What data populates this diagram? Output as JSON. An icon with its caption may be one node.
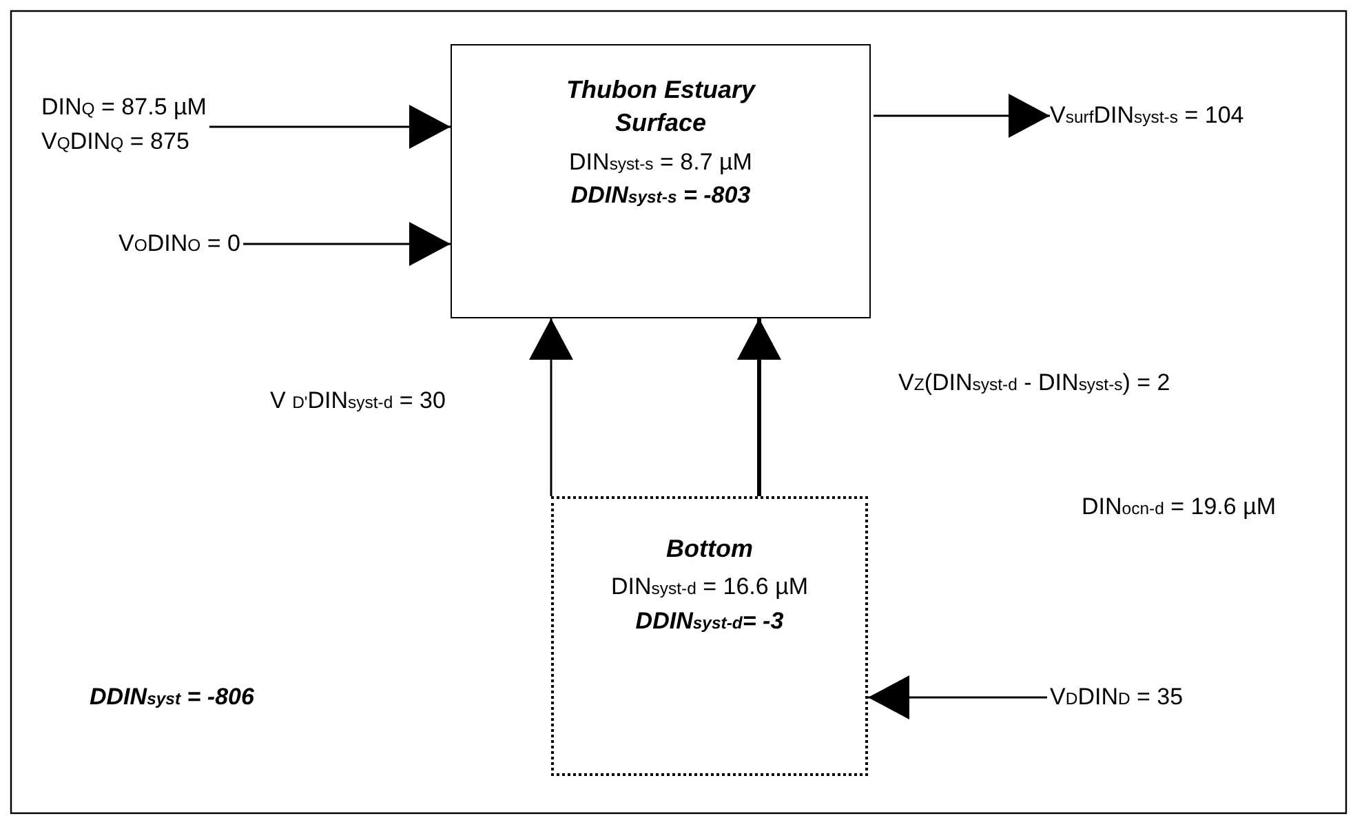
{
  "diagram": {
    "nodes": [
      {
        "text": [
          "Thubon Estuary Surface",
          "DIN$_{syst-s}$ = 8.7 µM",
          "DDIN$_{syst-s}$ = -803"
        ]
      },
      {
        "text": [
          "Bottom",
          "DIN$_{syst-d}$ = 16.6 µM",
          "DDIN$_{syst-d}$= -3"
        ]
      },
      {
        "text": [
          "DIN$_{Q}$ = 87.5 µM",
          "V$_{Q}$DIN$_{Q}$ = 875"
        ]
      },
      {
        "text": [
          "V$_{O}$DIN$_{O}$ = 0"
        ]
      },
      {
        "text": [
          "V$_{surf}$DIN$_{syst-s}$ = 104"
        ]
      },
      {
        "text": [
          "V$_{D}$DIN$_{D}$ = 35"
        ]
      }
    ],
    "edges": [
      {
        "from": 2,
        "to": 0,
        "arrow": "to"
      },
      {
        "from": 3,
        "to": 0,
        "arrow": "to"
      },
      {
        "from": 0,
        "to": 4,
        "arrow": "to"
      },
      {
        "from": 1,
        "to": 0,
        "arrow": "to",
        "label": "V $_{D'}$DIN$_{syst-d}$ = 30"
      },
      {
        "from": 1,
        "to": 0,
        "arrow": "to",
        "style": "thick"
      },
      {
        "from": 5,
        "to": 1,
        "arrow": "to"
      }
    ],
    "labels": [
      "V$_{Z}$(DIN$_{syst-d}$ - DIN$_{syst-s}$) = 2",
      "DIN$_{ocn-d}$ = 19.6 µM",
      "DDIN$_{syst}$ = -806"
    ]
  }
}
